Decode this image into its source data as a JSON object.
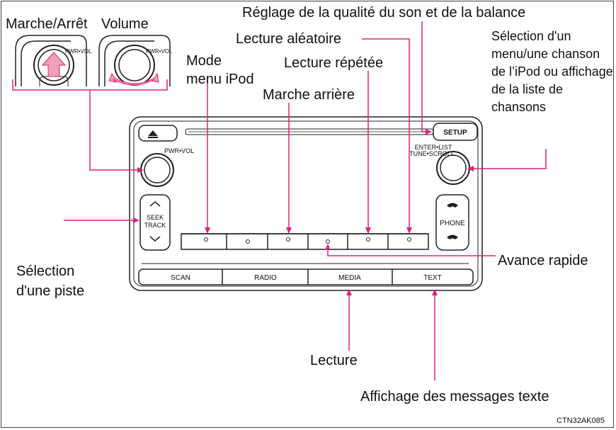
{
  "callouts": {
    "power": "Marche/Arrêt",
    "volume": "Volume",
    "sound_balance": "Réglage de la qualité du son et de la balance",
    "random": "Lecture aléatoire",
    "repeat": "Lecture répétée",
    "ipod_menu_line1": "Mode",
    "ipod_menu_line2": "menu iPod",
    "rewind": "Marche arrière",
    "song_select": "Sélection d'un menu/une chanson de l’iPod ou affichage de la liste de chansons",
    "fast_forward": "Avance rapide",
    "track_select_line1": "Sélection",
    "track_select_line2": "d'une piste",
    "play": "Lecture",
    "text_messages": "Affichage des messages texte"
  },
  "radio": {
    "eject_symbol": "▲",
    "setup": "SETUP",
    "pwr_vol": "PWR•VOL",
    "enter_list": "ENTER•LIST",
    "tune_scroll": "TUNE•SCROLL",
    "seek": "SEEK",
    "track": "TRACK",
    "phone": "PHONE",
    "bottom_buttons": [
      "SCAN",
      "RADIO",
      "MEDIA",
      "TEXT"
    ],
    "inset_pwr_vol": "PWR•VOL"
  },
  "figure_code": "CTN32AK085",
  "colors": {
    "callout_line": "#e0207a",
    "arrow_fill": "#f0a0b8",
    "device_line": "#222222"
  }
}
